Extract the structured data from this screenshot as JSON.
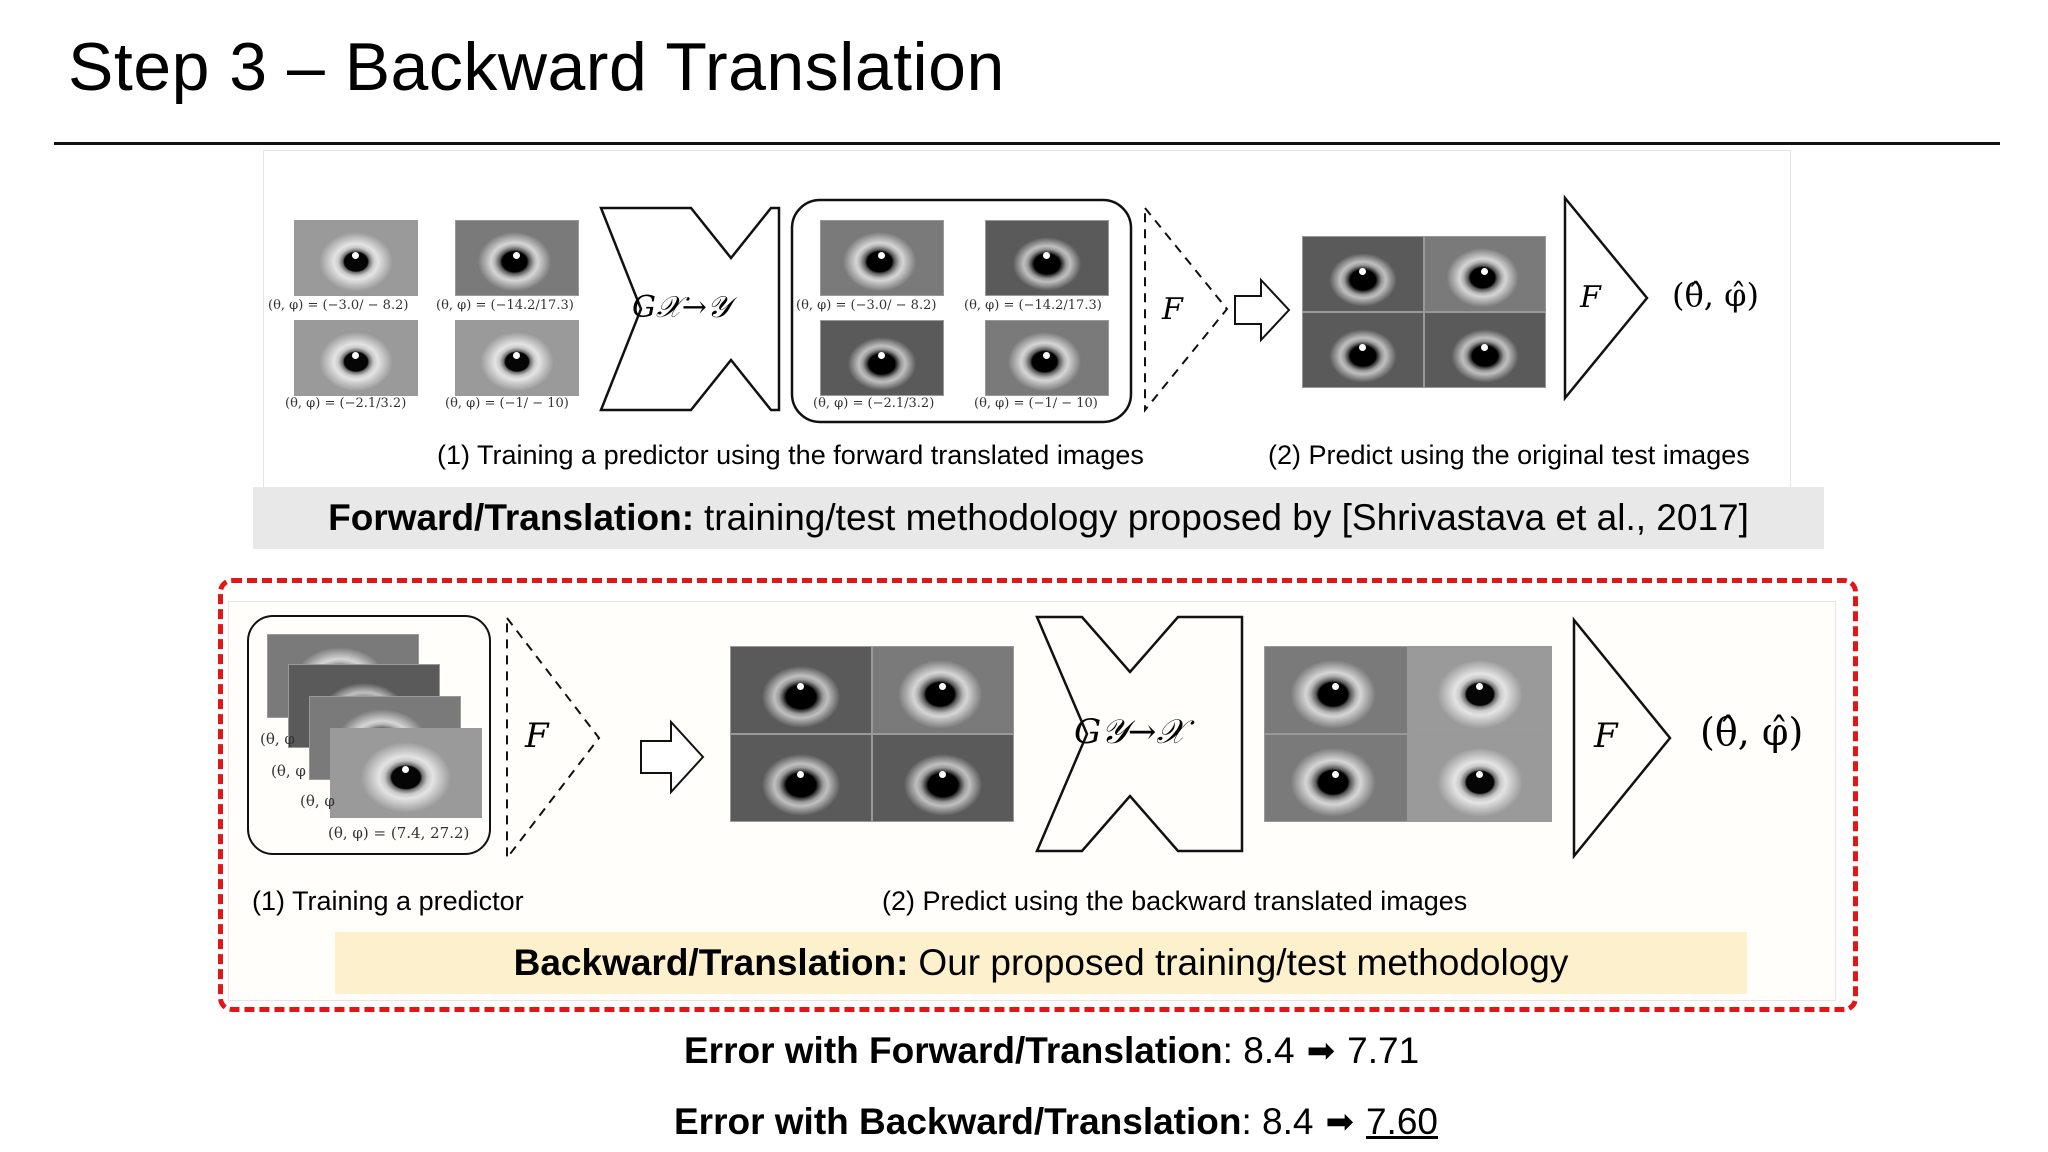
{
  "slide": {
    "title": "Step 3 – Backward Translation"
  },
  "forward_panel": {
    "left_labels": [
      "(θ, φ) = (−3.0/ − 8.2)",
      "(θ, φ) = (−14.2/17.3)",
      "(θ, φ) = (−2.1/3.2)",
      "(θ, φ) = (−1/ − 10)"
    ],
    "translated_labels": [
      "(θ, φ) = (−3.0/ − 8.2)",
      "(θ, φ) = (−14.2/17.3)",
      "(θ, φ) = (−2.1/3.2)",
      "(θ, φ) = (−1/ − 10)"
    ],
    "generator_label": "G𝒳→𝒴",
    "predictor_label": "F",
    "output_label": "(θ̂, φ̂)",
    "caption_1": "(1) Training a predictor using the forward translated images",
    "caption_2": "(2) Predict using the original test images",
    "band_bold": "Forward/Translation:",
    "band_text": "training/test methodology proposed by [Shrivastava et al., 2017]"
  },
  "backward_panel": {
    "stack_labels": [
      "(θ, φ",
      "(θ, φ",
      "(θ, φ"
    ],
    "stack_front_label": "(θ, φ) = (7.4, 27.2)",
    "predictor_label": "F",
    "generator_label": "G𝒴→𝒳",
    "output_label": "(θ̂, φ̂)",
    "caption_1": "(1) Training a predictor",
    "caption_2": "(2) Predict using the backward translated images",
    "band_bold": "Backward/Translation:",
    "band_text": "Our proposed training/test methodology"
  },
  "results": {
    "forward_label": "Error with Forward/Translation",
    "forward_from": "8.4",
    "forward_to": "7.71",
    "backward_label": "Error with Backward/Translation",
    "backward_from": "8.4",
    "backward_to": "7.60",
    "arrow_icon": "heavy-right-arrow-icon"
  },
  "colors": {
    "highlight_border": "#e21616",
    "forward_band": "#e8e8e8",
    "backward_band": "#fdf0cc"
  }
}
